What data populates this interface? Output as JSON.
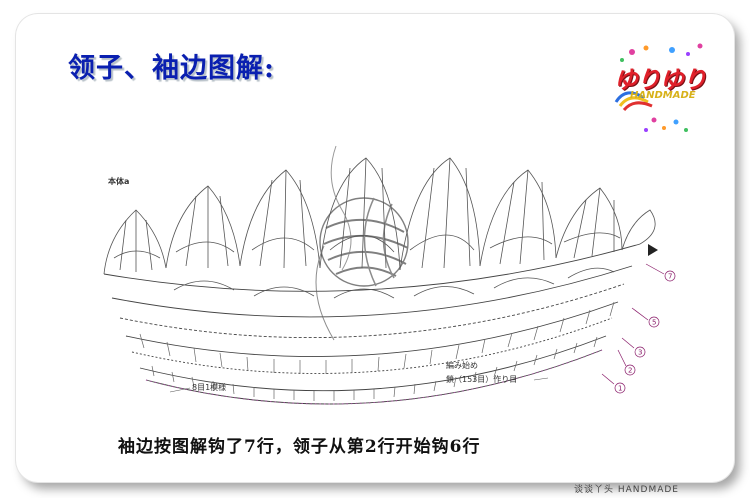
{
  "title": "领子、袖边图解:",
  "logo": {
    "text": "ゆりゆり",
    "subtext": "HANDMADE"
  },
  "diagram": {
    "label_top": "本体a",
    "label_bottom_left": "8目1模様",
    "label_start_1": "編み始め",
    "label_start_2": "鎖（153目）作り目",
    "row_markers": [
      "7",
      "5",
      "3",
      "2",
      "1"
    ]
  },
  "caption": "袖边按图解钩了7行，领子从第2行开始钩6行",
  "footer": "谈谈丫头 HANDMADE"
}
